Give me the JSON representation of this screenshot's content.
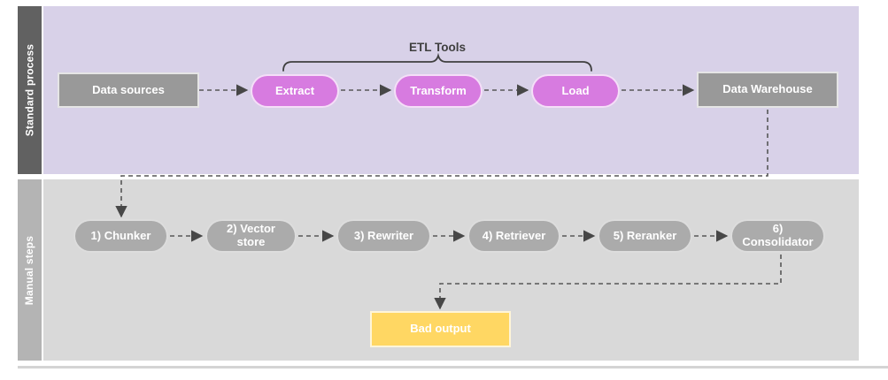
{
  "lanes": {
    "standard": {
      "label": "Standard process",
      "bar_color": "#616161",
      "body_color": "#d8d1e8"
    },
    "manual": {
      "label": "Manual steps",
      "bar_color": "#b4b4b4",
      "body_color": "#d9d9d9"
    }
  },
  "annotation": {
    "etl_tools_label": "ETL Tools",
    "brace_span_nodes": [
      "extract",
      "load"
    ]
  },
  "nodes": {
    "data_sources": {
      "label": "Data sources",
      "shape": "rectangle",
      "color": "#999999",
      "lane": "standard"
    },
    "extract": {
      "label": "Extract",
      "shape": "pill",
      "color": "#d77be0",
      "lane": "standard"
    },
    "transform": {
      "label": "Transform",
      "shape": "pill",
      "color": "#d77be0",
      "lane": "standard"
    },
    "load": {
      "label": "Load",
      "shape": "pill",
      "color": "#d77be0",
      "lane": "standard"
    },
    "data_warehouse": {
      "label": "Data Warehouse",
      "shape": "rectangle",
      "color": "#999999",
      "lane": "standard"
    },
    "chunker": {
      "label": "1) Chunker",
      "shape": "pill",
      "color": "#ababab",
      "lane": "manual"
    },
    "vector_store": {
      "label": "2) Vector store",
      "shape": "pill",
      "color": "#ababab",
      "lane": "manual"
    },
    "rewriter": {
      "label": "3) Rewriter",
      "shape": "pill",
      "color": "#ababab",
      "lane": "manual"
    },
    "retriever": {
      "label": "4) Retriever",
      "shape": "pill",
      "color": "#ababab",
      "lane": "manual"
    },
    "reranker": {
      "label": "5) Reranker",
      "shape": "pill",
      "color": "#ababab",
      "lane": "manual"
    },
    "consolidator": {
      "label": "6) Consolidator",
      "shape": "pill",
      "color": "#ababab",
      "lane": "manual"
    },
    "bad_output": {
      "label": "Bad output",
      "shape": "rectangle",
      "color": "#ffd763",
      "lane": "manual"
    }
  },
  "edges": [
    {
      "from": "data_sources",
      "to": "extract",
      "style": "dashed-arrow"
    },
    {
      "from": "extract",
      "to": "transform",
      "style": "dashed-arrow"
    },
    {
      "from": "transform",
      "to": "load",
      "style": "dashed-arrow"
    },
    {
      "from": "load",
      "to": "data_warehouse",
      "style": "dashed-arrow"
    },
    {
      "from": "data_warehouse",
      "to": "chunker",
      "style": "dashed-arrow"
    },
    {
      "from": "chunker",
      "to": "vector_store",
      "style": "dashed-arrow"
    },
    {
      "from": "vector_store",
      "to": "rewriter",
      "style": "dashed-arrow"
    },
    {
      "from": "rewriter",
      "to": "retriever",
      "style": "dashed-arrow"
    },
    {
      "from": "retriever",
      "to": "reranker",
      "style": "dashed-arrow"
    },
    {
      "from": "reranker",
      "to": "consolidator",
      "style": "dashed-arrow"
    },
    {
      "from": "consolidator",
      "to": "bad_output",
      "style": "dashed-arrow"
    }
  ],
  "colors": {
    "edge": "#575757",
    "brace": "#3f3f3f",
    "node_border": "#ffffff",
    "page_background": "#ffffff",
    "bottom_divider": "#d4d4d4"
  }
}
